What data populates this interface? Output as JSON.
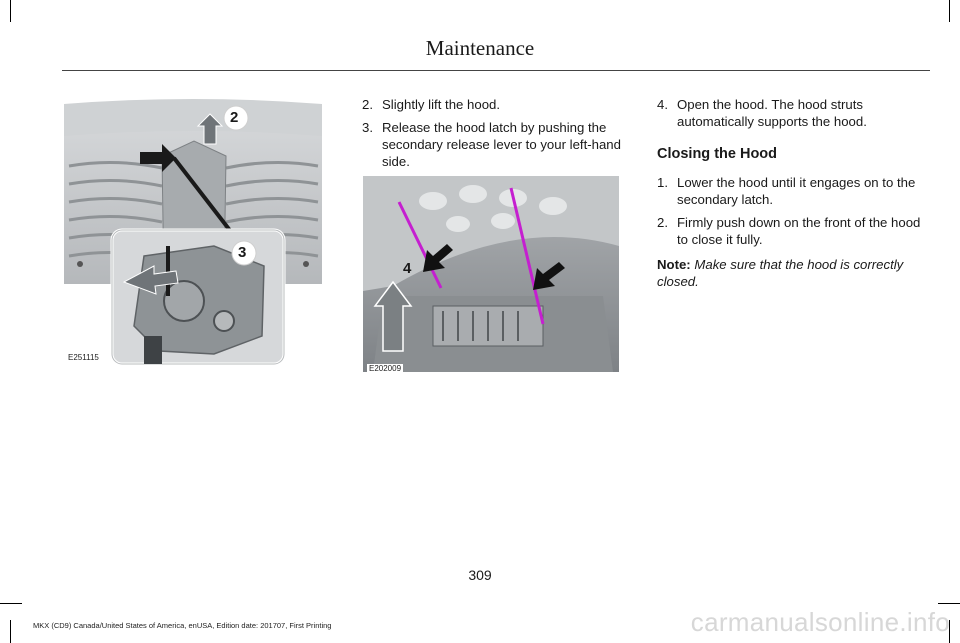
{
  "header": {
    "title": "Maintenance"
  },
  "figures": {
    "grille": {
      "code": "E251115",
      "callouts": [
        "2",
        "3"
      ]
    },
    "engine": {
      "code": "E202009",
      "callouts": [
        "4"
      ]
    }
  },
  "column_middle": {
    "steps": [
      {
        "num": "2.",
        "text": "Slightly lift the hood."
      },
      {
        "num": "3.",
        "text": "Release the hood latch by pushing the secondary release lever to your left-hand side."
      }
    ]
  },
  "column_right": {
    "steps": [
      {
        "num": "4.",
        "text": "Open the hood. The hood struts automatically supports the hood."
      }
    ],
    "heading": "Closing the Hood",
    "closing_steps": [
      {
        "num": "1.",
        "text": "Lower the hood until it engages on to the secondary latch."
      },
      {
        "num": "2.",
        "text": "Firmly push down on the front of the hood to close it fully."
      }
    ],
    "note": {
      "label": "Note:",
      "text": "Make sure that the hood is correctly closed."
    }
  },
  "footer": {
    "page_number": "309",
    "edition": "MKX (CD9) Canada/United States of America, enUSA, Edition date: 201707, First Printing"
  },
  "watermark": "carmanualsonline.info"
}
